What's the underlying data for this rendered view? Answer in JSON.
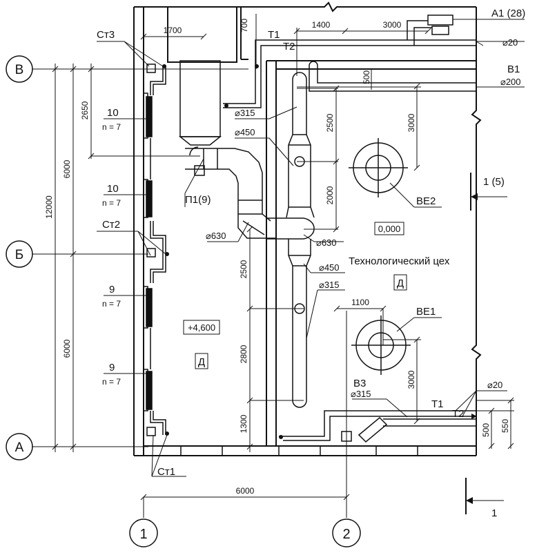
{
  "axes": {
    "rows": [
      "В",
      "Б",
      "А"
    ],
    "cols": [
      "1",
      "2"
    ]
  },
  "dimensions": {
    "d1700": "1700",
    "d700": "700",
    "d1400": "1400",
    "d3000_top": "3000",
    "d500_top": "500",
    "d3000_right": "3000",
    "d2500_a": "2500",
    "d2000": "2000",
    "d2650": "2650",
    "d6000_upper": "6000",
    "d12000": "12000",
    "d6000_lower": "6000",
    "d2500_b": "2500",
    "d2800": "2800",
    "d1300": "1300",
    "d1100": "1100",
    "d3000_low": "3000",
    "d500_bot": "500",
    "d550": "550",
    "d6000_bottom": "6000"
  },
  "labels": {
    "a1": "А1 (28)",
    "t1_top": "Т1",
    "t2_top": "Т2",
    "dia20_top": "⌀20",
    "b1": "В1",
    "dia200": "⌀200",
    "st3": "Ст3",
    "st2": "Ст2",
    "st1": "Ст1",
    "rad1_n": "10",
    "rad1_count": "n = 7",
    "rad2_n": "10",
    "rad2_count": "n = 7",
    "rad3_n": "9",
    "rad3_count": "n = 7",
    "rad4_n": "9",
    "rad4_count": "n = 7",
    "dia315_top": "⌀315",
    "dia450_top": "⌀450",
    "p1": "П1(9)",
    "dia630_left": "⌀630",
    "dia630_right": "⌀630",
    "dia450_low": "⌀450",
    "dia315_low": "⌀315",
    "ve2": "ВЕ2",
    "ve1": "ВЕ1",
    "level_zero": "0,000",
    "level_upper": "+4,600",
    "shop": "Технологический цех",
    "cat_right": "Д",
    "cat_left": "Д",
    "section_top": "1 (5)",
    "section_bottom": "1",
    "v3": "В3",
    "dia315_v3": "⌀315",
    "t1_bot": "Т1",
    "t2_bot": "Т2",
    "dia20_bot": "⌀20"
  }
}
